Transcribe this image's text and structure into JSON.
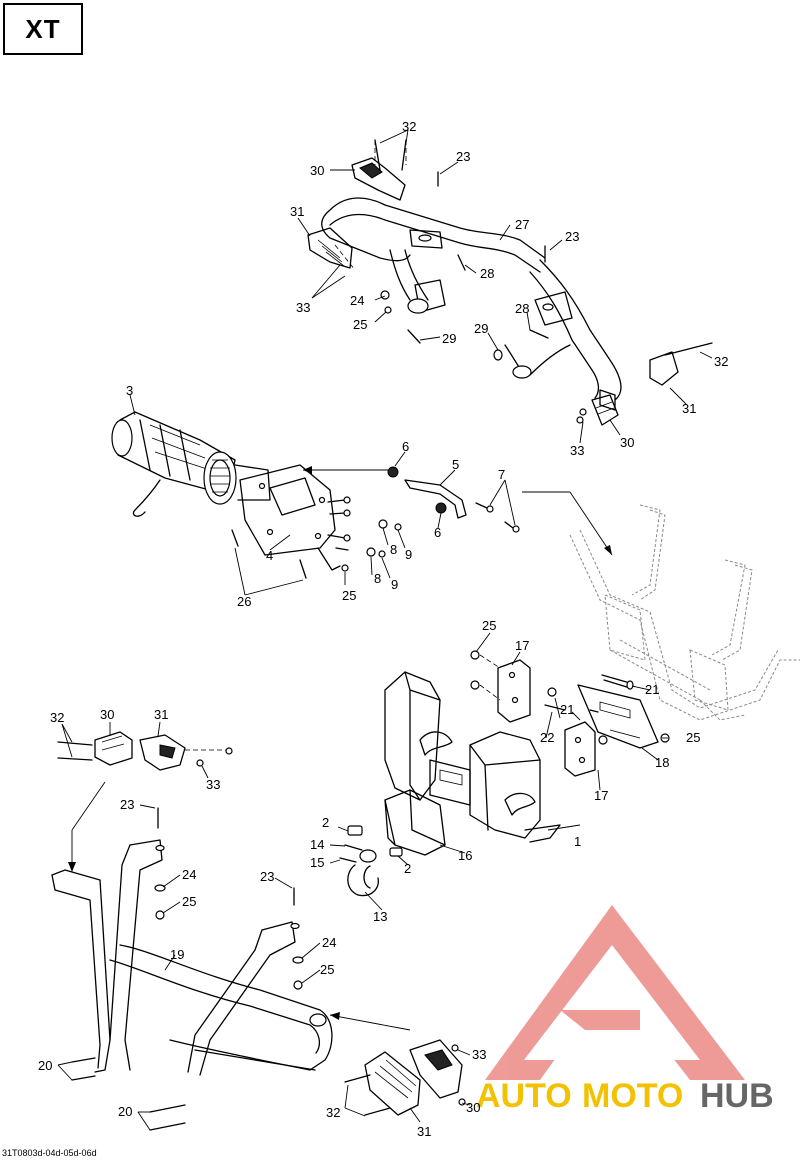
{
  "header": {
    "variant_label": "XT"
  },
  "footer": {
    "reference_code": "31T0803d-04d-05d-06d"
  },
  "watermark": {
    "brand_auto": "AUTO",
    "brand_moto": "MOTO",
    "brand_hub": "HUB",
    "colors": {
      "auto": "#f2c200",
      "moto": "#f2c200",
      "hub": "#555555",
      "logo": "#e8746f"
    }
  },
  "callouts": {
    "c1": "1",
    "c2a": "2",
    "c2b": "2",
    "c3": "3",
    "c4": "4",
    "c5": "5",
    "c6a": "6",
    "c6b": "6",
    "c7": "7",
    "c8a": "8",
    "c8b": "8",
    "c9a": "9",
    "c9b": "9",
    "c13": "13",
    "c14": "14",
    "c15": "15",
    "c16": "16",
    "c17a": "17",
    "c17b": "17",
    "c18": "18",
    "c19": "19",
    "c20a": "20",
    "c20b": "20",
    "c21a": "21",
    "c21b": "21",
    "c22": "22",
    "c23a": "23",
    "c23b": "23",
    "c23c": "23",
    "c23d": "23",
    "c24a": "24",
    "c24b": "24",
    "c24c": "24",
    "c25a": "25",
    "c25b": "25",
    "c25c": "25",
    "c25d": "25",
    "c25e": "25",
    "c25f": "25",
    "c26": "26",
    "c27": "27",
    "c28a": "28",
    "c28b": "28",
    "c29a": "29",
    "c29b": "29",
    "c30a": "30",
    "c30b": "30",
    "c30c": "30",
    "c30d": "30",
    "c31a": "31",
    "c31b": "31",
    "c31c": "31",
    "c31d": "31",
    "c32a": "32",
    "c32b": "32",
    "c32c": "32",
    "c32d": "32",
    "c33a": "33",
    "c33b": "33",
    "c33c": "33",
    "c33d": "33"
  }
}
